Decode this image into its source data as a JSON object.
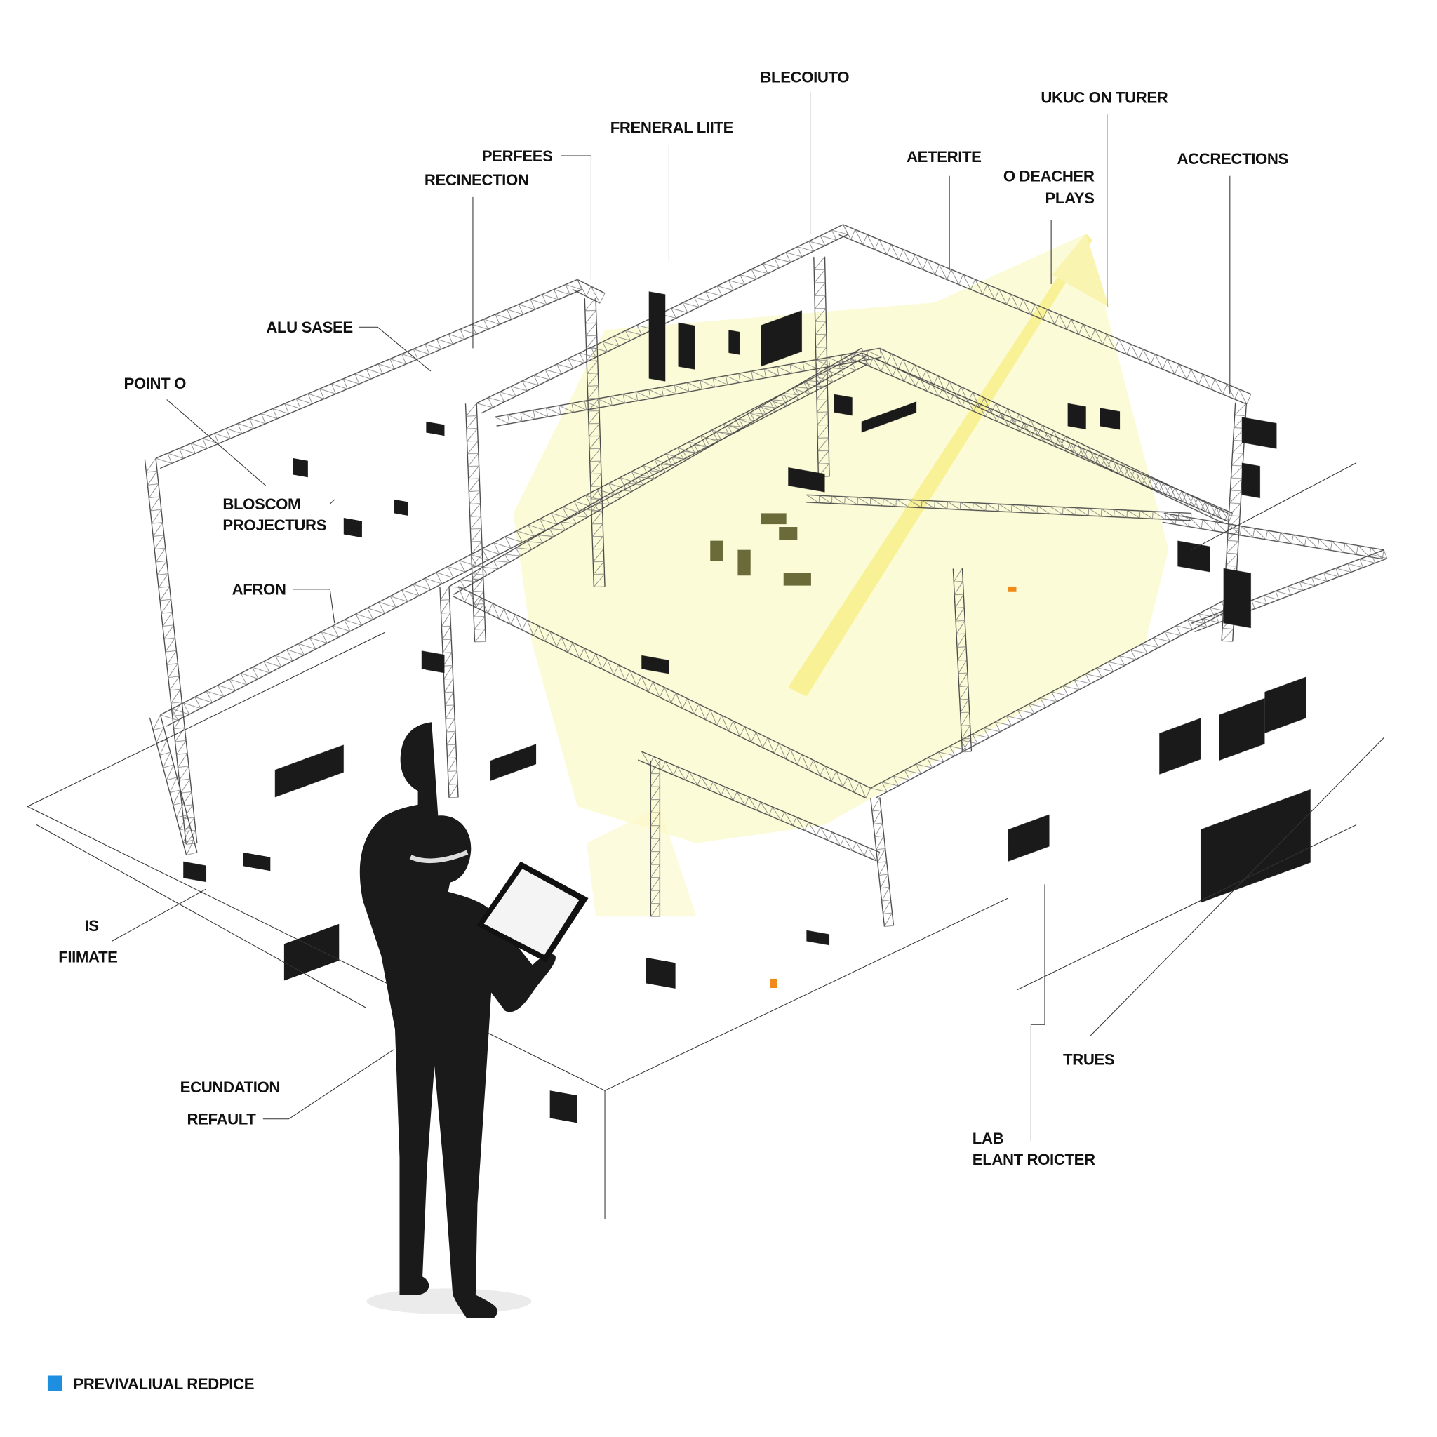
{
  "title": "PREVIVALIUAL REDPICE",
  "legend_icon": "blue-square-icon",
  "colors": {
    "light_beam": "#f5f08a",
    "accent_legend": "#1e8fe0",
    "ink": "#1a1a1a",
    "marker": "#f08a1a"
  },
  "labels": {
    "blecoiuto": "BLECOIUTO",
    "freneral_liite": "FRENERAL LIITE",
    "perfees": "PERFEES",
    "recinection": "RECINECTION",
    "aeterite": "AETERITE",
    "ukuc_on_turer": "UKUC ON TURER",
    "o_deacher": "O DEACHER",
    "plays": "PLAYS",
    "accrections": "ACCRECTIONS",
    "alu_sasee": "ALU SASEE",
    "point_o": "POINT O",
    "bloscom": "BLOSCOM",
    "projecturs": "PROJECTURS",
    "afron": "AFRON",
    "is": "IS",
    "fiimate": "FIIMATE",
    "ecundation": "ECUNDATION",
    "refault": "REFAULT",
    "trues": "TRUES",
    "lab": "LAB",
    "elant_roicter": "ELANT ROICTER"
  }
}
